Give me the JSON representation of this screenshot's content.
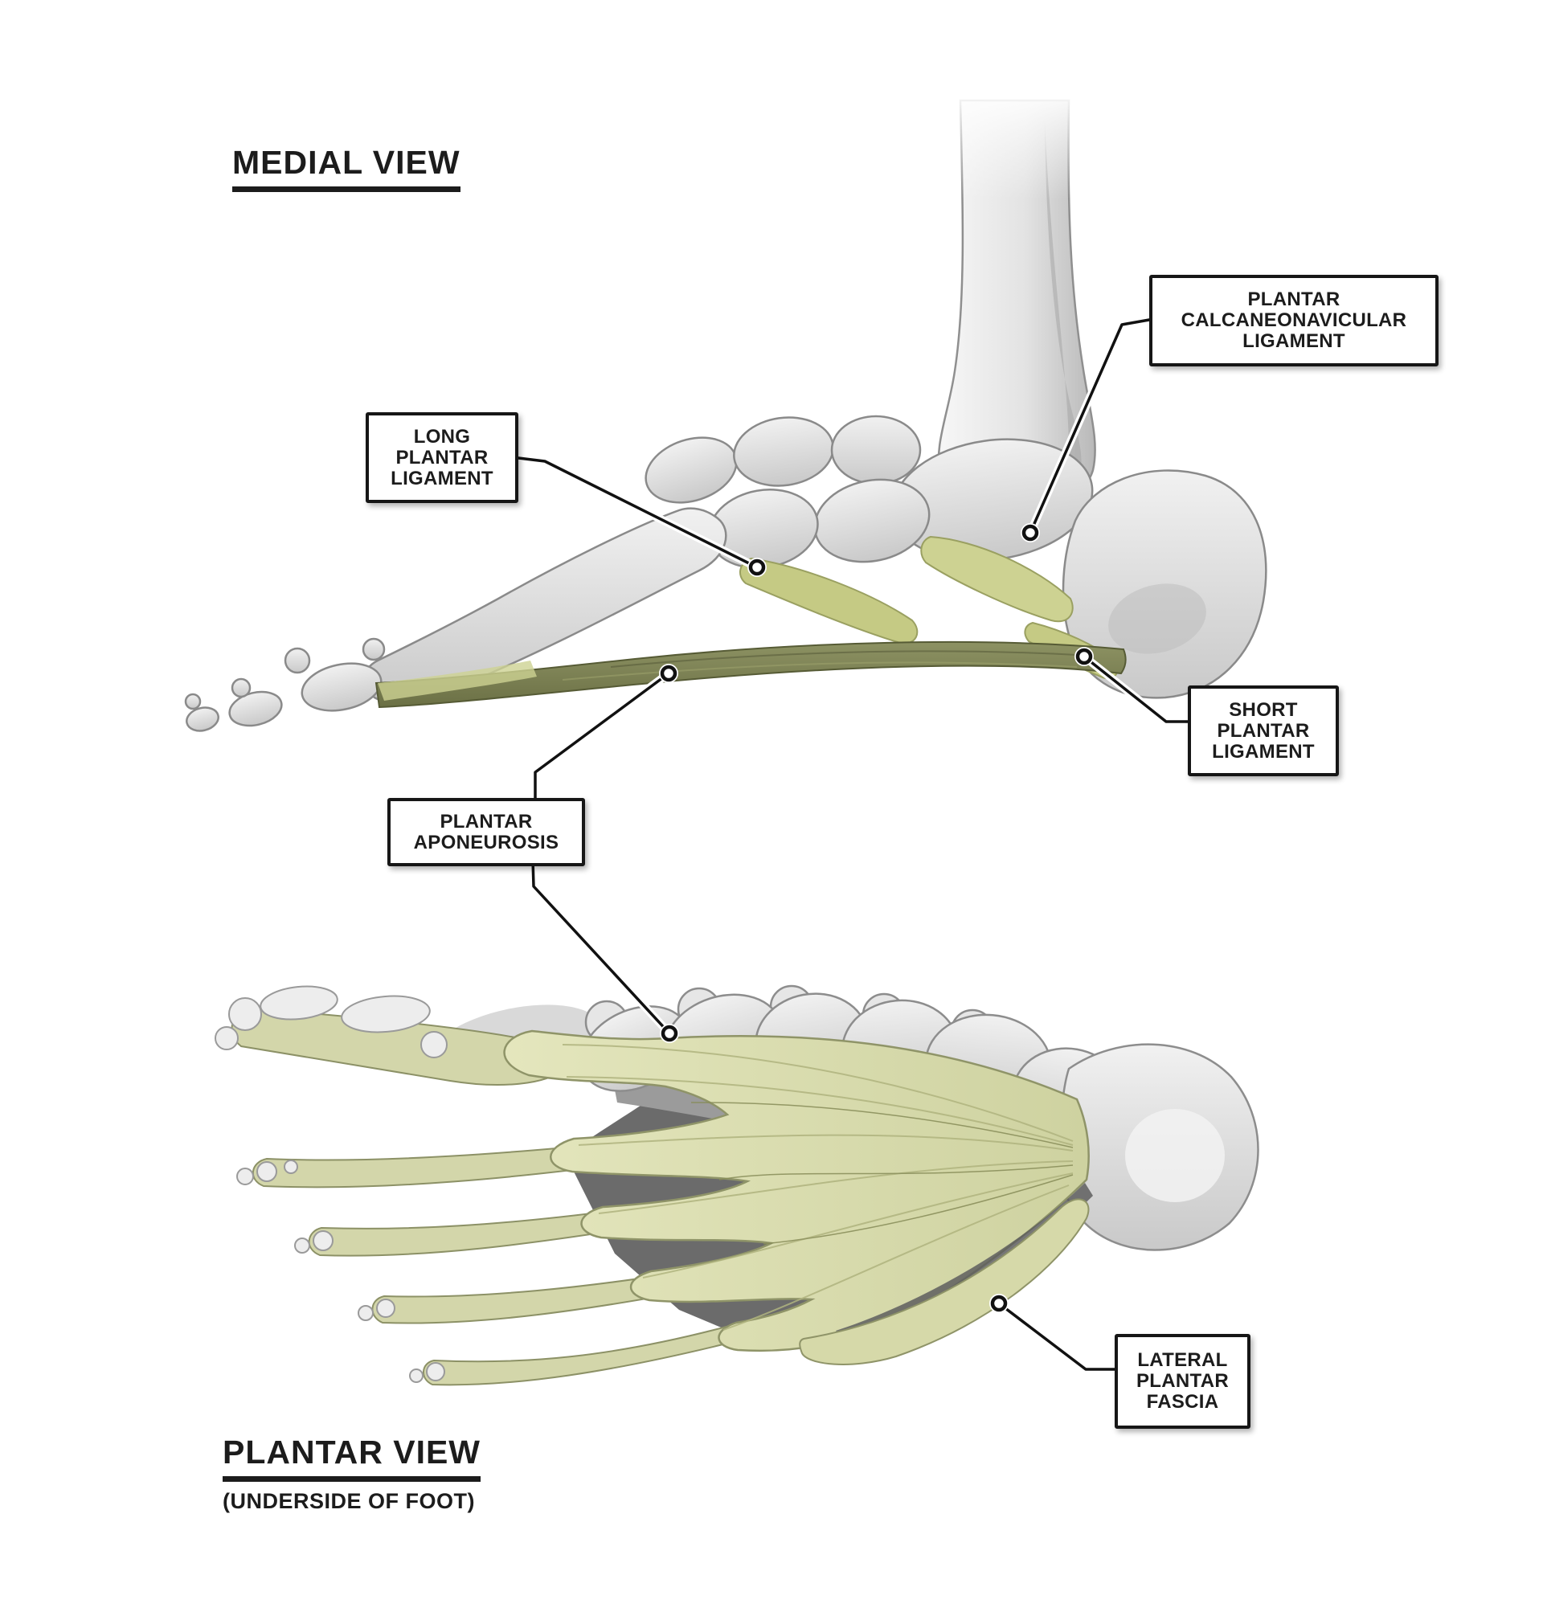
{
  "palette": {
    "background": "#ffffff",
    "ink": "#1c1c1c",
    "label_box_bg": "#ffffff",
    "label_box_border": "#161616",
    "leader_line": "#111111",
    "bone_gray": "#dedede",
    "bone_outline": "#8a8a8a",
    "highlight_green": "#cdd292",
    "highlight_green_pale": "#dfe2b6",
    "highlight_olive_dark": "#767b4c"
  },
  "views": {
    "medial": {
      "heading": "MEDIAL VIEW",
      "labels": [
        {
          "id": "plantar-calcaneonavicular-ligament",
          "lines": [
            "PLANTAR",
            "CALCANEONAVICULAR",
            "LIGAMENT"
          ]
        },
        {
          "id": "long-plantar-ligament",
          "lines": [
            "LONG",
            "PLANTAR",
            "LIGAMENT"
          ]
        },
        {
          "id": "short-plantar-ligament",
          "lines": [
            "SHORT",
            "PLANTAR",
            "LIGAMENT"
          ]
        }
      ]
    },
    "plantar": {
      "heading": "PLANTAR VIEW",
      "subheading": "(UNDERSIDE OF FOOT)",
      "labels": [
        {
          "id": "plantar-aponeurosis",
          "lines": [
            "PLANTAR",
            "APONEUROSIS"
          ]
        },
        {
          "id": "lateral-plantar-fascia",
          "lines": [
            "LATERAL",
            "PLANTAR",
            "FASCIA"
          ]
        }
      ]
    }
  }
}
